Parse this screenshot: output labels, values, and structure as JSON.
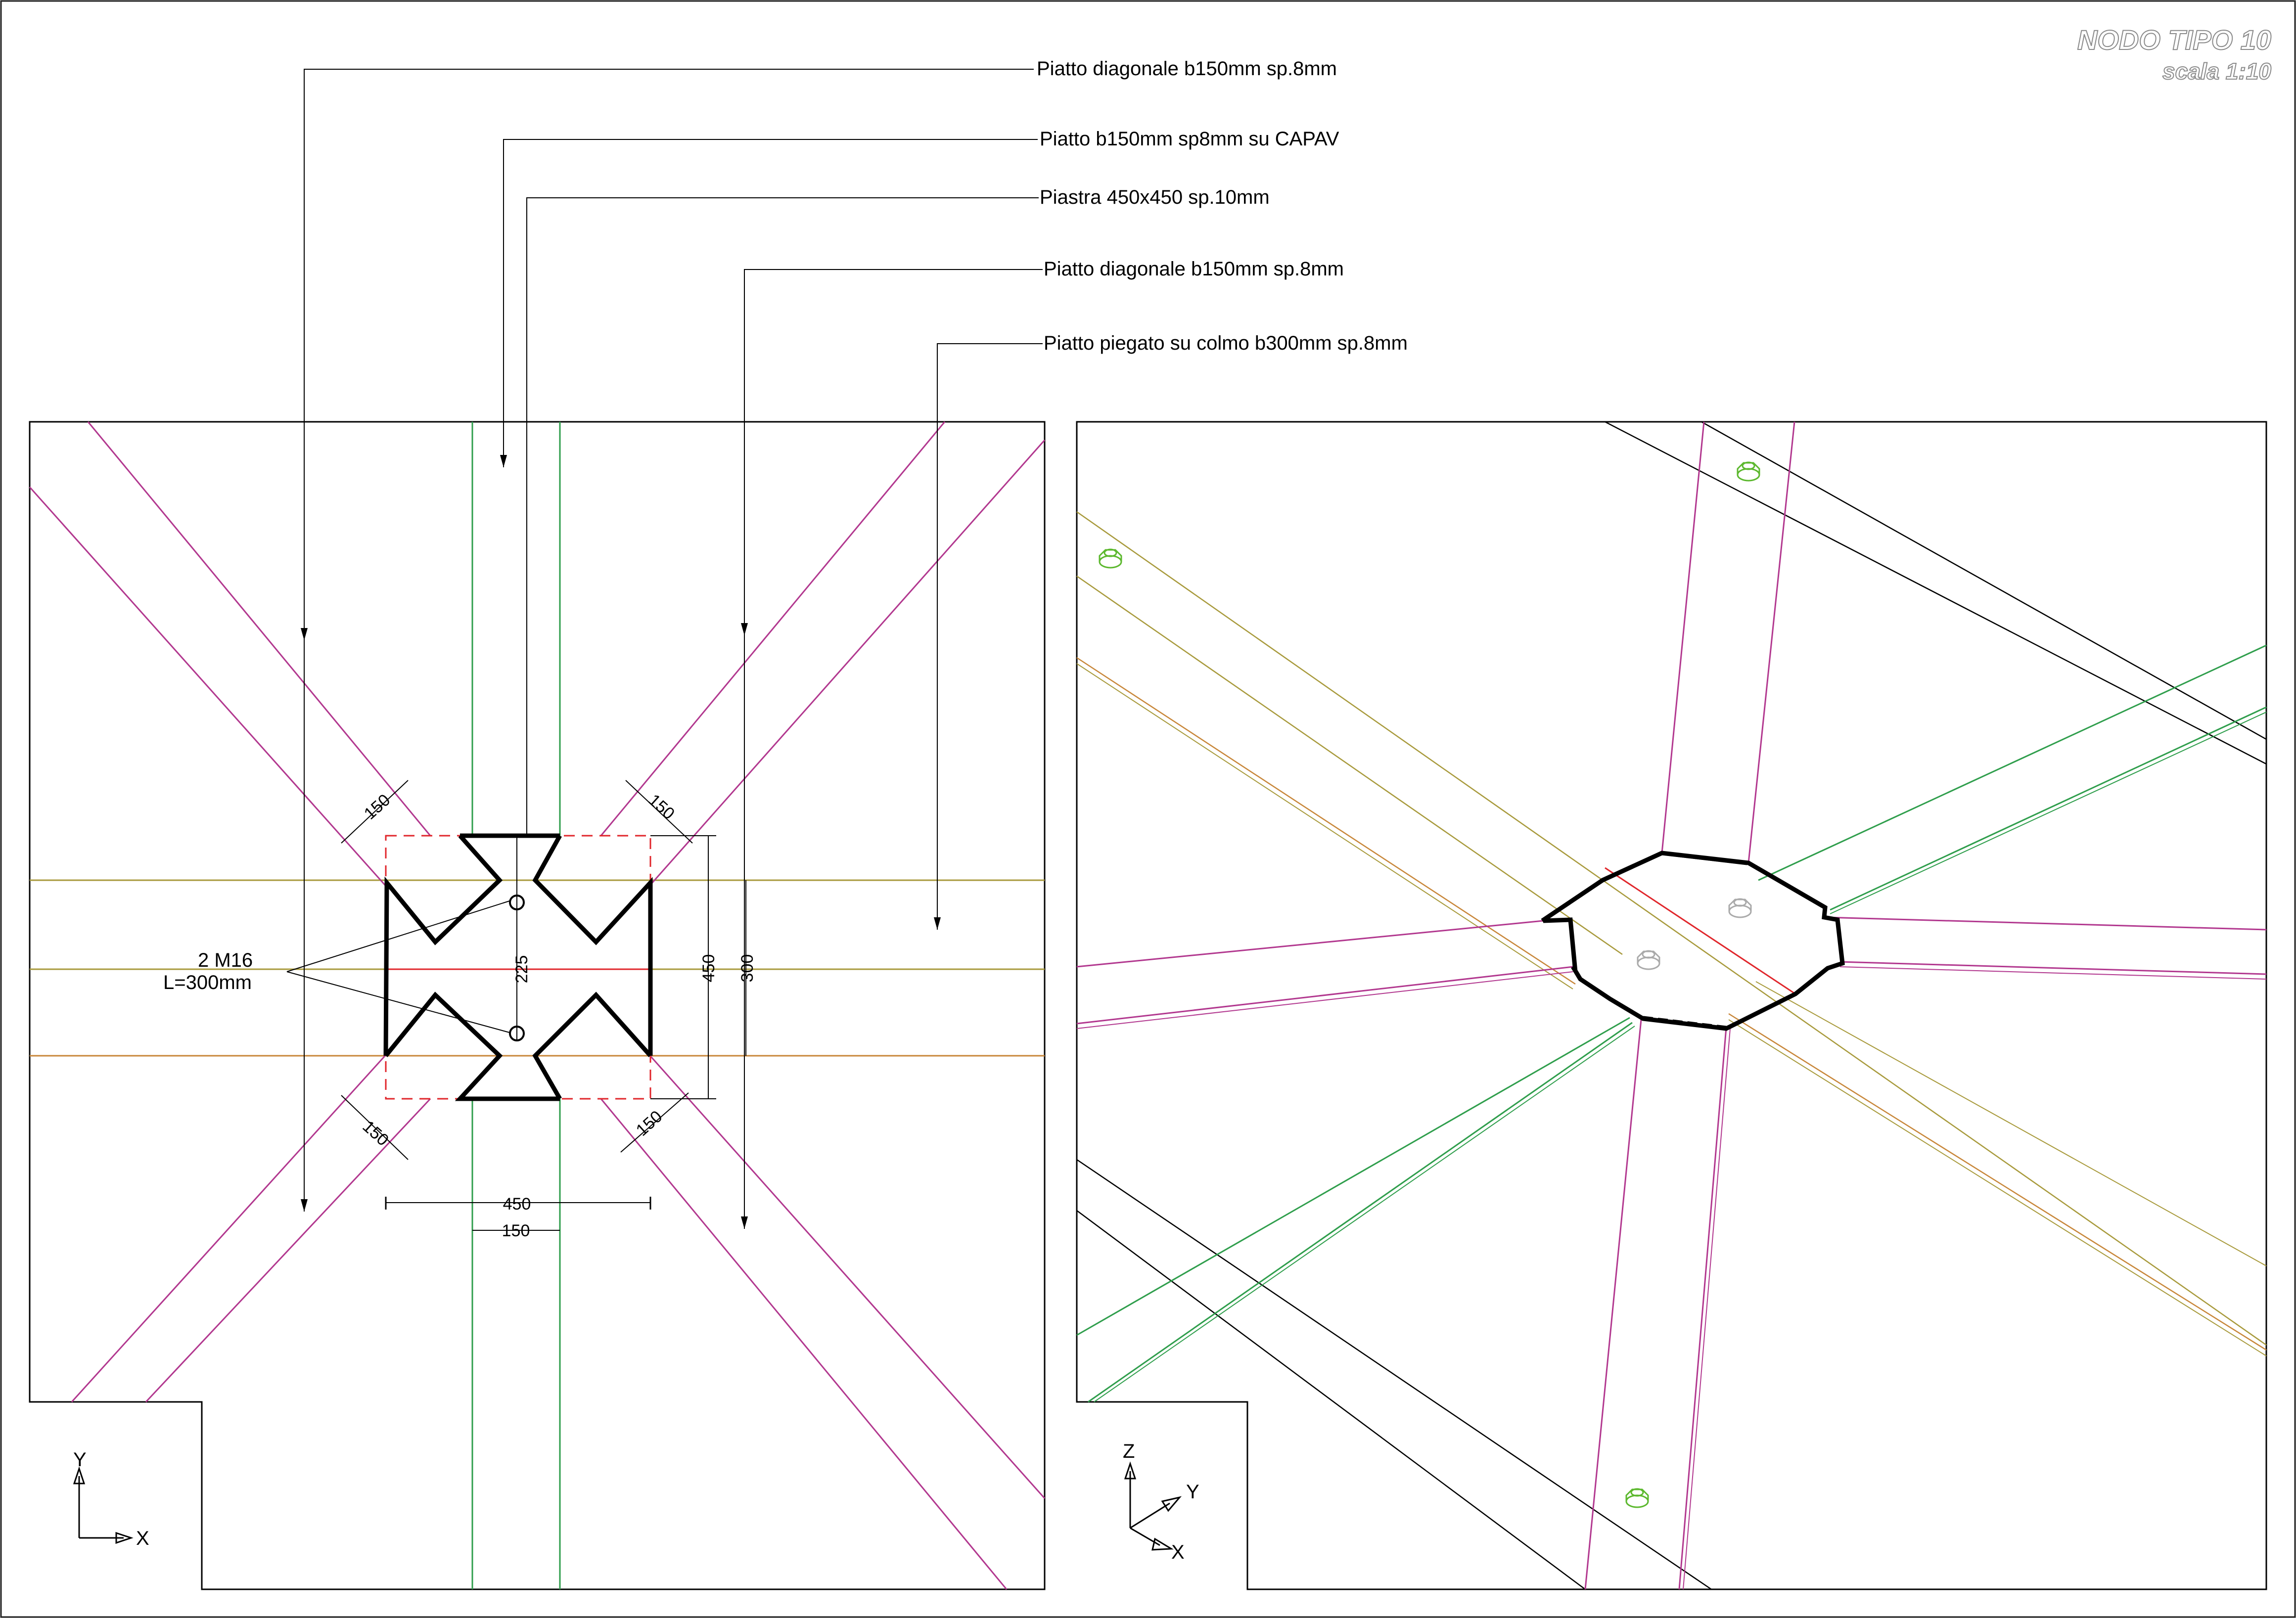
{
  "title_block": {
    "title": "NODO TIPO 10",
    "scale": "scala 1:10"
  },
  "callouts": [
    "Piatto diagonale b150mm sp.8mm",
    "Piatto b150mm sp8mm su CAPAV",
    "Piastra 450x450 sp.10mm",
    "Piatto diagonale b150mm sp.8mm",
    "Piatto piegato su colmo b300mm sp.8mm"
  ],
  "bolt_note": {
    "line1": "2 M16",
    "line2": "L=300mm"
  },
  "dimensions": {
    "diag_nw": "150",
    "diag_ne": "150",
    "diag_sw": "150",
    "diag_se": "150",
    "bolt_spacing": "225",
    "plate_height": "450",
    "overall_height": "300",
    "plate_width": "450",
    "strap_width": "150"
  },
  "axes_plan": {
    "y": "Y",
    "x": "X"
  },
  "axes_iso": {
    "z": "Z",
    "y": "Y",
    "x": "X"
  },
  "colors": {
    "purple": "#b2388f",
    "green": "#2f9e4c",
    "olive": "#a89a3c",
    "orange": "#c8873a",
    "red": "#e0262b",
    "black": "#000000",
    "bolt_green": "#5cb82e",
    "title_gray": "#8a8a8a"
  }
}
